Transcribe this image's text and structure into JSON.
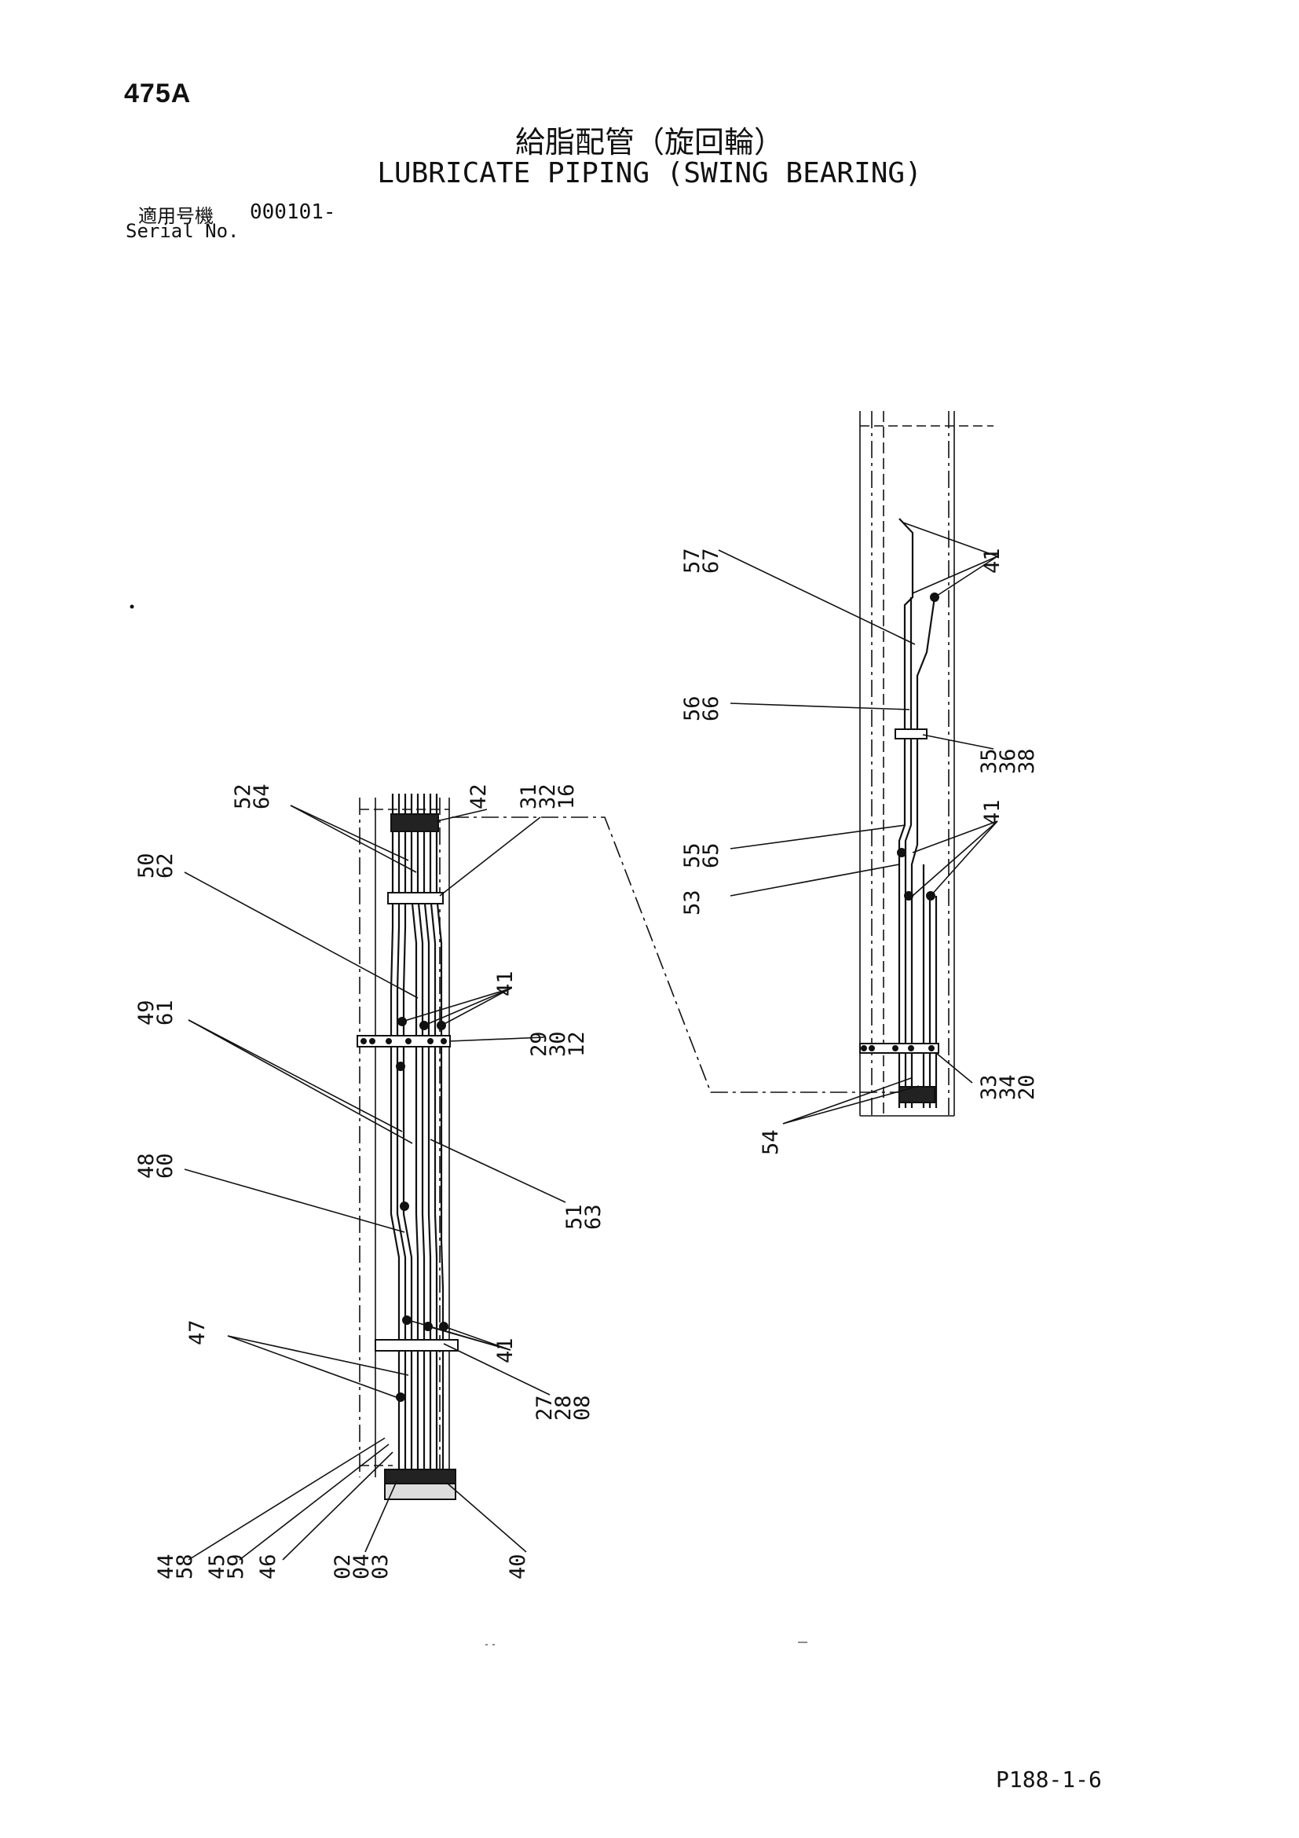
{
  "header": {
    "page_number": "475A",
    "title_jp": "給脂配管（旋回輪）",
    "title_en": "LUBRICATE PIPING (SWING BEARING)",
    "serial_label_jp": "適用号機",
    "serial_value": "000101-",
    "serial_label_en": "Serial No."
  },
  "footer": {
    "drawing_code": "P188-1-6"
  },
  "callouts": {
    "c44_58": [
      "44",
      "58"
    ],
    "c45_59": [
      "45",
      "59"
    ],
    "c46": [
      "46"
    ],
    "c02_04_03": [
      "02",
      "04",
      "03"
    ],
    "c40": [
      "40"
    ],
    "c47": [
      "47"
    ],
    "c41_lower": [
      "41"
    ],
    "c27_28_08": [
      "27",
      "28",
      "08"
    ],
    "c48_60": [
      "48",
      "60"
    ],
    "c51_63": [
      "51",
      "63"
    ],
    "c49_61": [
      "49",
      "61"
    ],
    "c41_mid": [
      "41"
    ],
    "c29_30_12": [
      "29",
      "30",
      "12"
    ],
    "c50_62": [
      "50",
      "62"
    ],
    "c52_64": [
      "52",
      "64"
    ],
    "c42": [
      "42"
    ],
    "c31_32_16": [
      "31",
      "32",
      "16"
    ],
    "c57_67": [
      "57",
      "67"
    ],
    "c41_top": [
      "41"
    ],
    "c56_66": [
      "56",
      "66"
    ],
    "c35_36_38": [
      "35",
      "36",
      "38"
    ],
    "c55_65": [
      "55",
      "65"
    ],
    "c41_right": [
      "41"
    ],
    "c53": [
      "53"
    ],
    "c33_34_20": [
      "33",
      "34",
      "20"
    ],
    "c54": [
      "54"
    ]
  }
}
